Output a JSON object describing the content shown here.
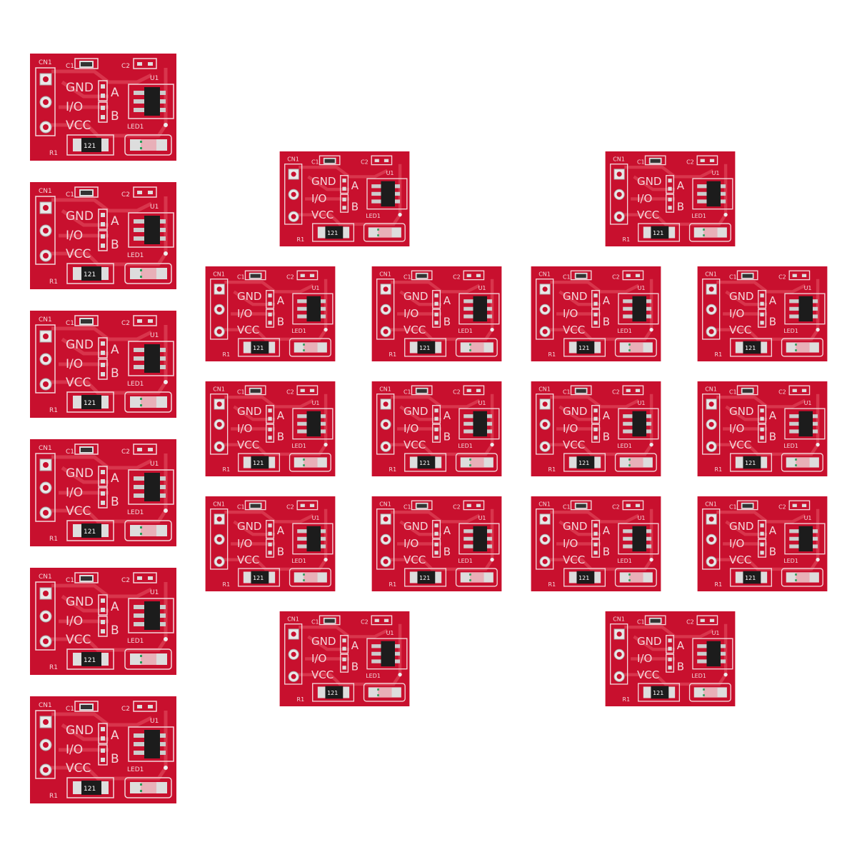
{
  "product": {
    "colors": {
      "pcb": "#c8102e",
      "trace": "#d8354c",
      "silkscreen": "#f3d6da",
      "chip": "#1c1c1c",
      "pad": "#d9d9d9"
    },
    "board_count": 22,
    "silkscreen": {
      "connector": "CN1",
      "cap1": "C1",
      "cap2": "C2",
      "ic": "U1",
      "pin_gnd": "GND",
      "pin_io": "I/O",
      "pin_vcc": "VCC",
      "jumper_a": "A",
      "jumper_b": "B",
      "led": "LED1",
      "resistor": "R1",
      "resistor_marking": "121"
    }
  }
}
